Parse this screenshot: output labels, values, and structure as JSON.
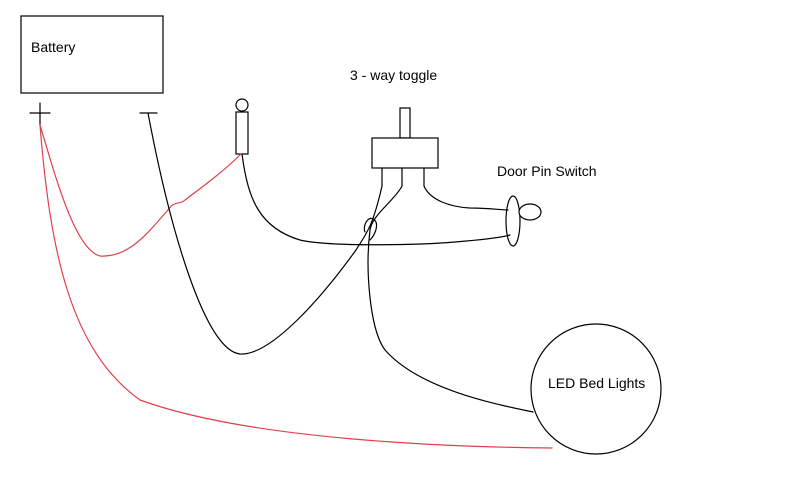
{
  "labels": {
    "battery": "Battery",
    "toggle": "3 - way toggle",
    "door_pin_switch": "Door Pin Switch",
    "led_bed_lights": "LED Bed Lights"
  },
  "colors": {
    "wire_black": "#000000",
    "wire_red": "#e0404a",
    "background": "#ffffff"
  }
}
